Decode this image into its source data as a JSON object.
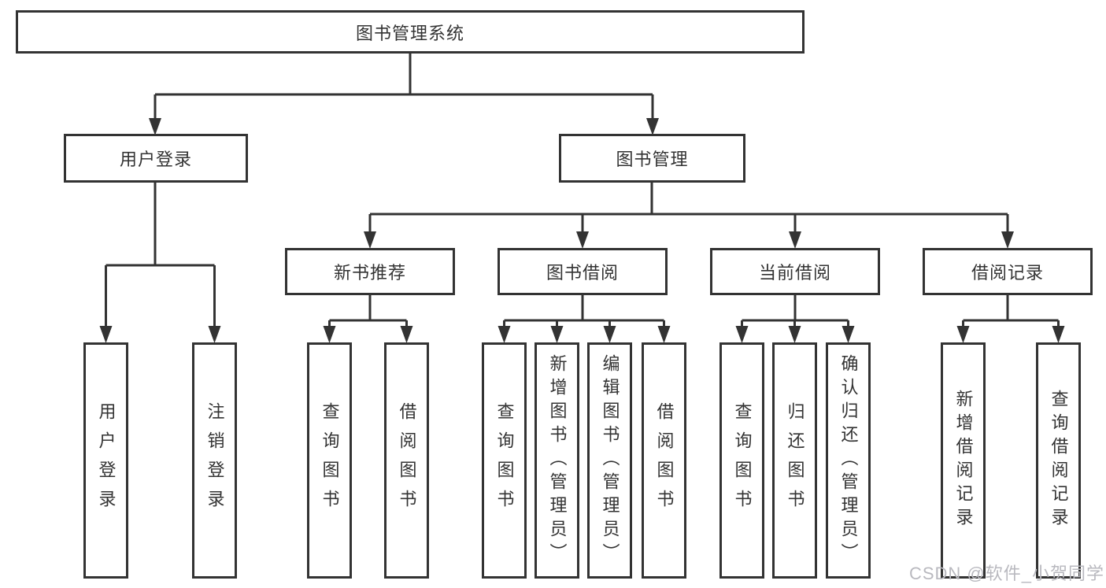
{
  "nodes": {
    "root": "图书管理系统",
    "user_login": "用户登录",
    "book_management": "图书管理",
    "new_book_recommend": "新书推荐",
    "book_borrow": "图书借阅",
    "current_borrow": "当前借阅",
    "borrow_records": "借阅记录",
    "leaf_user_login": "用户登录",
    "leaf_logout_login": "注销登录",
    "leaf_rec_query_books": "查询图书",
    "leaf_rec_borrow_books": "借阅图书",
    "leaf_bor_query_books": "查询图书",
    "leaf_bor_add_books_admin": "新增图书（管理员）",
    "leaf_bor_edit_books_admin": "编辑图书（管理员）",
    "leaf_bor_borrow_books": "借阅图书",
    "leaf_cur_query_books": "查询图书",
    "leaf_cur_return_books": "归还图书",
    "leaf_cur_confirm_return_admin": "确认归还（管理员）",
    "leaf_log_add_borrow_record": "新增借阅记录",
    "leaf_log_query_borrow_record": "查询借阅记录"
  },
  "watermark": "CSDN @软件_小贺同学",
  "colors": {
    "line": "#333333",
    "text": "#333333",
    "box_background": "#ffffff",
    "watermark": "#b9b9bf"
  }
}
